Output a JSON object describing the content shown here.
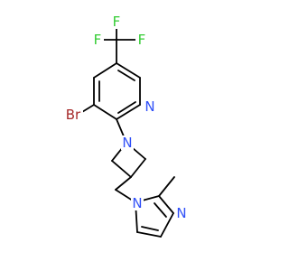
{
  "atoms": {
    "f1": {
      "label": "F",
      "color": "#33cc33"
    },
    "f2": {
      "label": "F",
      "color": "#33cc33"
    },
    "f3": {
      "label": "F",
      "color": "#33cc33"
    },
    "br": {
      "label": "Br",
      "color": "#a62929"
    },
    "n_pyridine": {
      "label": "N",
      "color": "#3050f8"
    },
    "n_azetidine": {
      "label": "N",
      "color": "#3050f8"
    },
    "n_imidazole_1": {
      "label": "N",
      "color": "#3050f8"
    },
    "n_imidazole_3": {
      "label": "N",
      "color": "#3050f8"
    }
  }
}
